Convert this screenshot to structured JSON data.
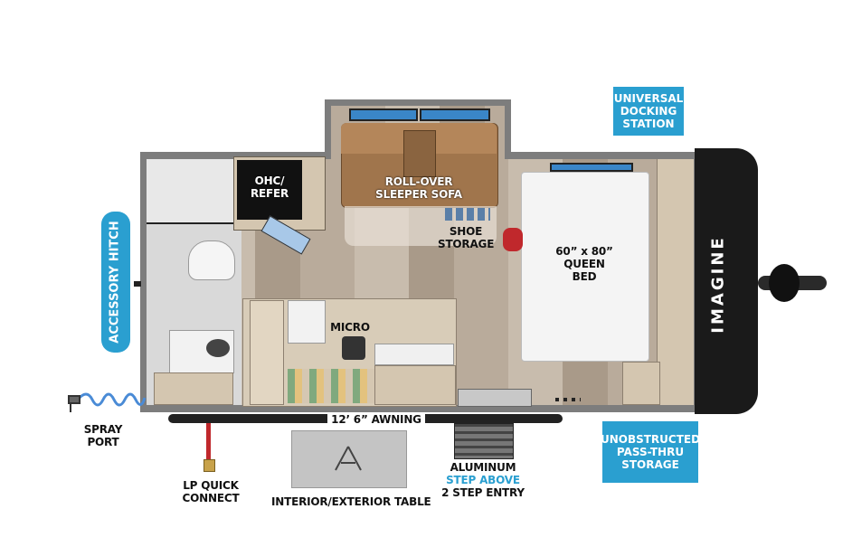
{
  "labels": {
    "ohc_refer": [
      "OHC/",
      "REFER"
    ],
    "sofa": [
      "ROLL-OVER",
      "SLEEPER SOFA"
    ],
    "shoe": [
      "SHOE",
      "STORAGE"
    ],
    "bed": [
      "60” x 80”",
      "QUEEN",
      "BED"
    ],
    "micro": "MICRO",
    "awning": "12’ 6” AWNING",
    "spray": [
      "SPRAY",
      "PORT"
    ],
    "lp": [
      "LP QUICK",
      "CONNECT"
    ],
    "table": "INTERIOR/EXTERIOR TABLE",
    "entry": [
      "ALUMINUM",
      "STEP ABOVE",
      "2 STEP ENTRY"
    ],
    "brand": "IMAGINE"
  },
  "callouts": {
    "universal": [
      "UNIVERSAL",
      "DOCKING",
      "STATION"
    ],
    "unobstructed": [
      "UNOBSTRUCTED",
      "PASS-THRU",
      "STORAGE"
    ],
    "hitch": "ACCESSORY HITCH"
  },
  "colors": {
    "callout": "#2a9fd0",
    "step_above": "#2a9fd0",
    "front_cap": "#1a1a1a",
    "brand_text": "#ffffff",
    "floor": "#b9ab9b",
    "cabinet": "#d4c6b0",
    "sofa": "#a0754c",
    "window": "#3a86c8",
    "lp_hose": "#c0282c",
    "spray_hose": "#4a8bd6"
  }
}
